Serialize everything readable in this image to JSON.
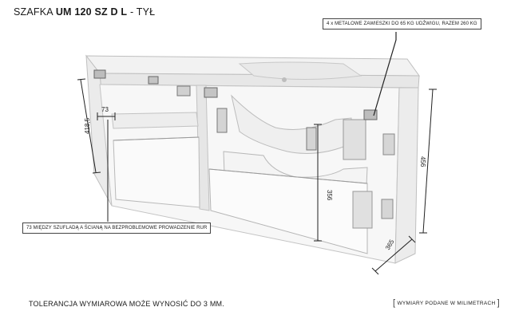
{
  "title": {
    "prefix": "SZAFKA",
    "model": "UM 120 SZ D L",
    "suffix": "- TYŁ"
  },
  "callouts": {
    "hangers": "4 x METALOWE ZAWIESZKI DO 65 KG UDŹWIGU, RAZEM 260 KG",
    "drawer_gap": "73 MIĘDZY SZUFLADĄ A ŚCIANĄ NA BEZPROBLEMOWE PROWADZENIE RUR"
  },
  "dimensions": {
    "d73": "73",
    "d418_5": "418,5",
    "d356": "356",
    "d456": "456",
    "d365": "365"
  },
  "footer": {
    "tolerance": "TOLERANCJA WYMIAROWA MOŻE WYNOSIĆ DO 3 MM.",
    "units": "WYMIARY PODANE W MILIMETRACH"
  }
}
